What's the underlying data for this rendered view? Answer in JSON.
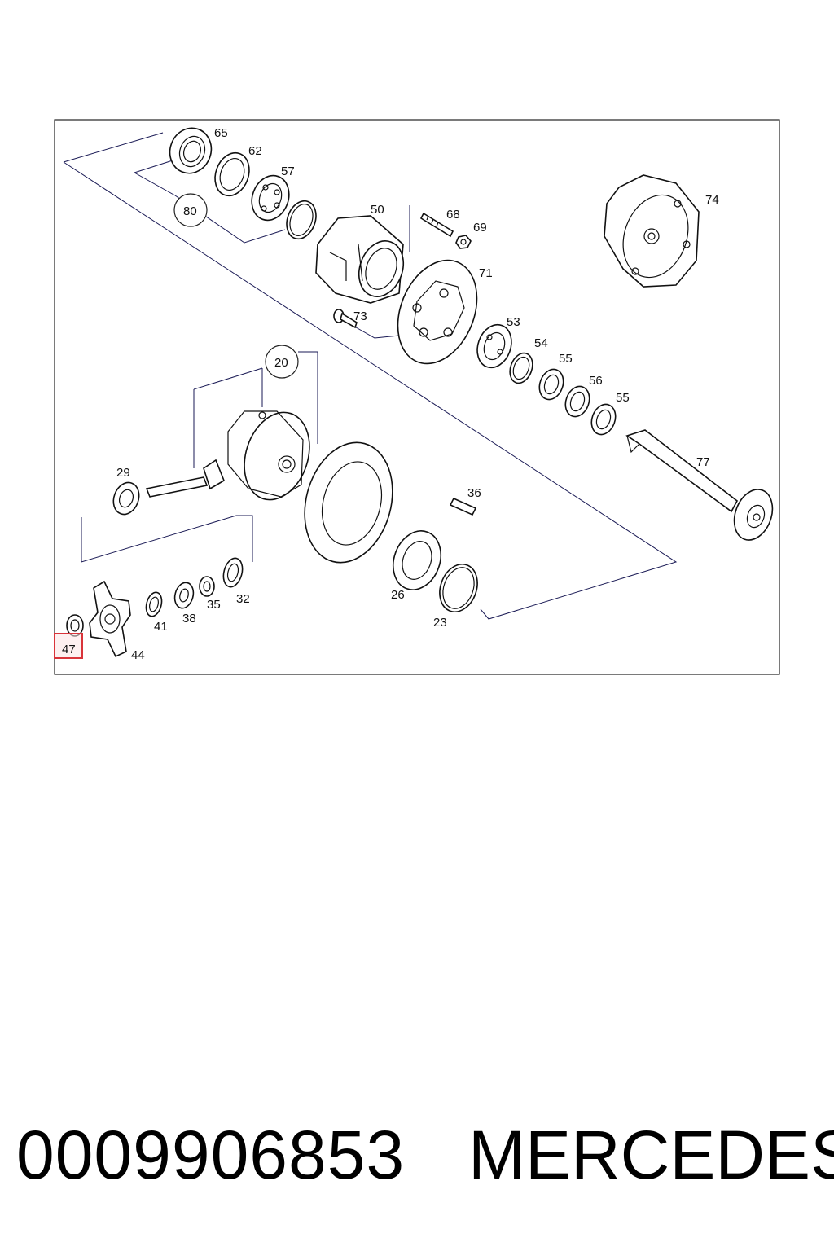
{
  "diagram": {
    "labels": {
      "p65": "65",
      "p62": "62",
      "p57": "57",
      "p80": "80",
      "p50": "50",
      "p68": "68",
      "p69": "69",
      "p74": "74",
      "p71": "71",
      "p73": "73",
      "p53": "53",
      "p54": "54",
      "p55a": "55",
      "p56": "56",
      "p55b": "55",
      "p20": "20",
      "p29": "29",
      "p36": "36",
      "p77": "77",
      "p26": "26",
      "p23": "23",
      "p32": "32",
      "p35": "35",
      "p38": "38",
      "p41": "41",
      "p44": "44",
      "p47": "47"
    },
    "highlighted_part": "47",
    "highlight_color": "#d9343a"
  },
  "footer": {
    "part_number": "0009906853",
    "brand": "MERCEDES"
  }
}
